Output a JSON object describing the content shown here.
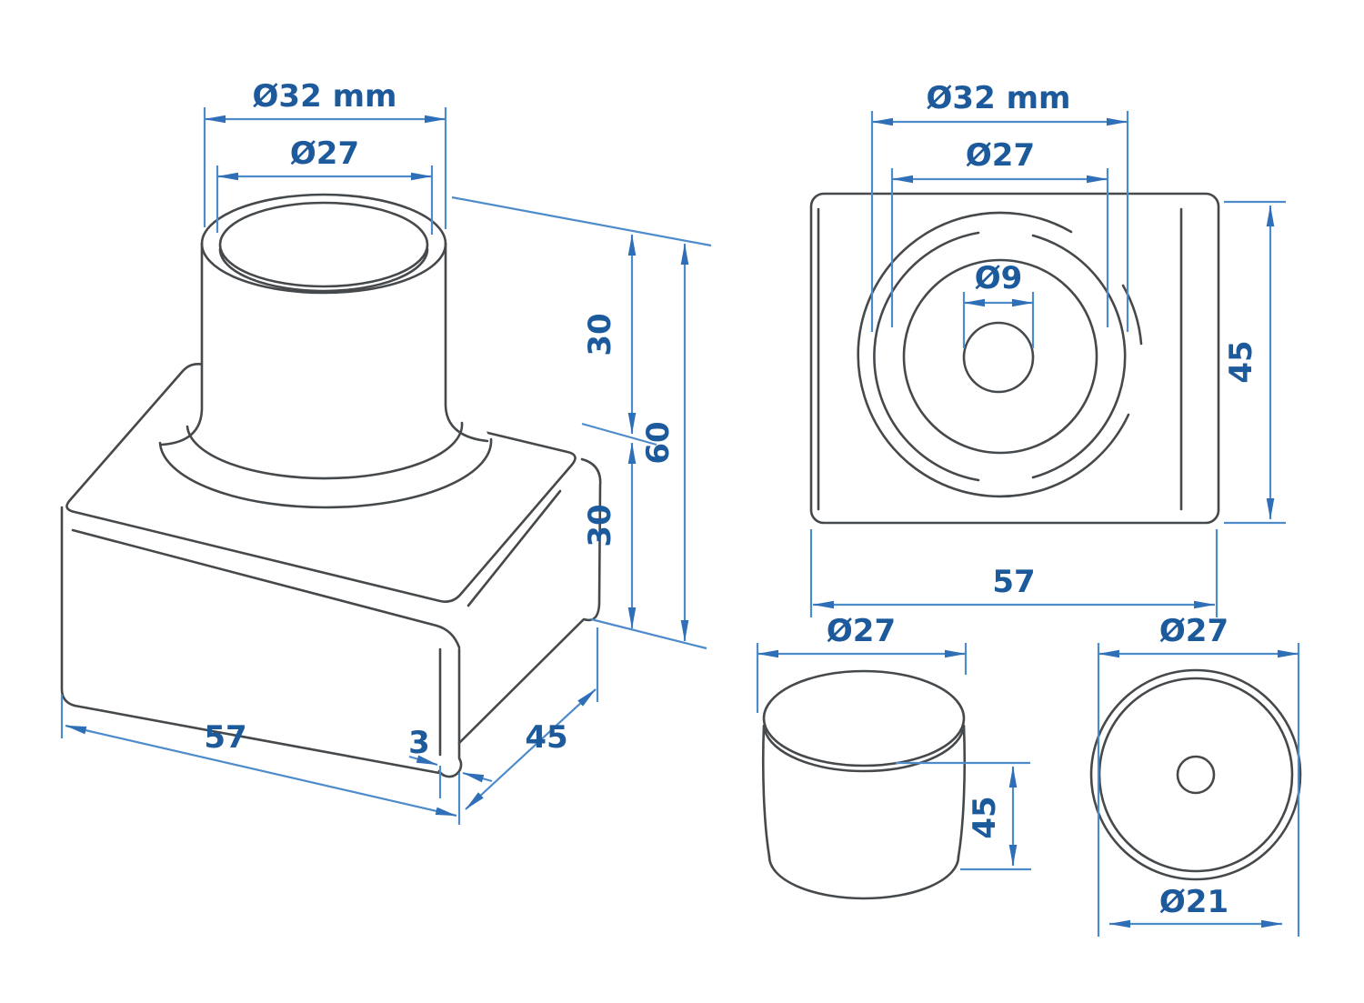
{
  "colors": {
    "outline": "#45494c",
    "dimension_line": "#4e8bca",
    "arrow": "#2f6fb8",
    "text": "#1d5a9c",
    "background": "#ffffff"
  },
  "views": {
    "isometric": {
      "dimensions": {
        "outer_diameter": "Ø32 mm",
        "inner_diameter": "Ø27",
        "upper_height": "30",
        "total_height": "60",
        "lower_height": "30",
        "length": "57",
        "thickness": "3",
        "depth": "45"
      }
    },
    "top": {
      "dimensions": {
        "outer_diameter": "Ø32 mm",
        "inner_diameter": "Ø27",
        "hole_diameter": "Ø9",
        "depth": "45",
        "length": "57"
      }
    },
    "cap_side": {
      "dimensions": {
        "diameter": "Ø27",
        "height": "45"
      }
    },
    "cap_front": {
      "dimensions": {
        "outer_diameter": "Ø27",
        "inner_diameter": "Ø21"
      }
    }
  }
}
